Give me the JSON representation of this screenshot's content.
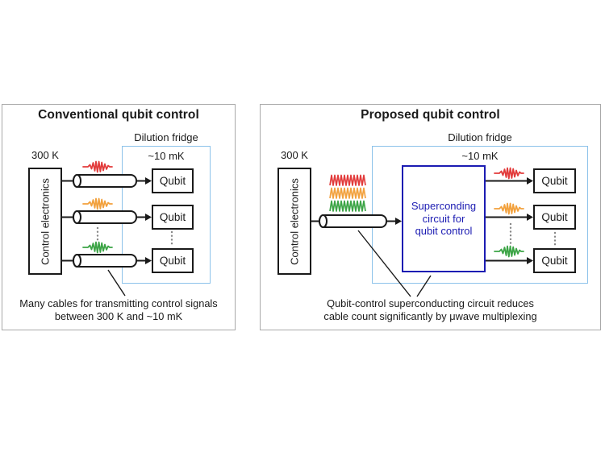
{
  "colors": {
    "fridge_border": "#8cc2ea",
    "circuit_blue": "#1b1bb2",
    "signal_red": "#e23b3b",
    "signal_orange": "#f2a13d",
    "signal_green": "#3ba445",
    "line_black": "#1a1a1a",
    "panel_border": "#a9a9a9",
    "dots_gray": "#888888"
  },
  "panels": {
    "left": {
      "title": "Conventional qubit control",
      "temp_outside": "300 K",
      "fridge_label": "Dilution fridge",
      "temp_inside": "~10 mK",
      "control_box": "Control electronics",
      "qubits": [
        "Qubit",
        "Qubit",
        "Qubit"
      ],
      "caption_line1": "Many cables for transmitting control signals",
      "caption_line2": "between 300 K and ~10 mK"
    },
    "right": {
      "title": "Proposed qubit control",
      "temp_outside": "300 K",
      "fridge_label": "Dilution fridge",
      "temp_inside": "~10 mK",
      "control_box": "Control electronics",
      "circuit_line1": "Superconding",
      "circuit_line2": "circuit for",
      "circuit_line3": "qubit control",
      "qubits": [
        "Qubit",
        "Qubit",
        "Qubit"
      ],
      "caption_line1": "Qubit-control superconducting circuit reduces",
      "caption_line2": "cable count significantly by μwave multiplexing"
    }
  }
}
